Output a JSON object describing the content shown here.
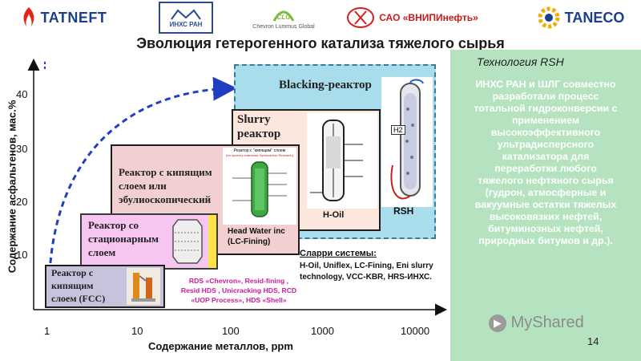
{
  "logos": {
    "tatneft": "TATNEFT",
    "inhs": "ИНХС РАН",
    "clg": "Chevron Lummus Global",
    "vniipi": "САО «ВНИПИнефть»",
    "taneco": "TANECO"
  },
  "title": "Эволюция гетерогенного катализа тяжелого сырья",
  "axes": {
    "ylabel": "Содержание асфальтенов, мас.%",
    "xlabel": "Содержание металлов, ppm",
    "yticks": [
      "10",
      "20",
      "30",
      "40"
    ],
    "xticks": [
      "1",
      "10",
      "100",
      "1000",
      "10000"
    ]
  },
  "boxes": {
    "fcc": "Реактор с кипящим слоем (FCC)",
    "stationary": "Реактор со стационарным слоем",
    "ebullating": "Реактор с кипящим слоем или эбулиоскопический",
    "slurry": "Slurry реактор",
    "blacking": "Blacking-реактор"
  },
  "labels": {
    "headwater": "Head Water inc (LC-Fining)",
    "rds": "RDS «Chevron», Resid-fining , Resid HDS , Unicracking HDS, RCD «UOP Process», HDS «Shell»",
    "slurry_title": "Сларри системы:",
    "slurry_body": "H-Oil,  Uniflex, LC-Fining, Eni slurry technology, VCC-KBR, HRS-ИНХС.",
    "hoil": "H-Oil",
    "rsh": "RSH",
    "h2": "H2",
    "reactor_small": "Реактор с \"кипящим\" слоем",
    "reactor_small_sub": "(по проекту компании Hydrocarbon Research)"
  },
  "right": {
    "heading": "Технология RSH",
    "body": "ИНХС РАН и ШЛГ совместно разработали процесс тотальной гидроконверсии с применением высокоэффективного ультрадисперсного катализатора для переработки любого тяжелого нефтяного сырья (гудрон, атмосферные и вакуумные остатки тяжелых высоковязких нефтей, битуминозных нефтей, природных битумов и др.)."
  },
  "page_number": "14",
  "watermark": "MyShared",
  "colors": {
    "panel_green": "#b5e3c0",
    "blacking_bg": "#a9ddec",
    "slurry_bg": "#fce7df",
    "ebullating_bg": "#f2d0d2",
    "stationary_bg": "#f6c5f0",
    "fcc_bg": "#c7c3dd",
    "rds_text": "#cc1a9a"
  }
}
